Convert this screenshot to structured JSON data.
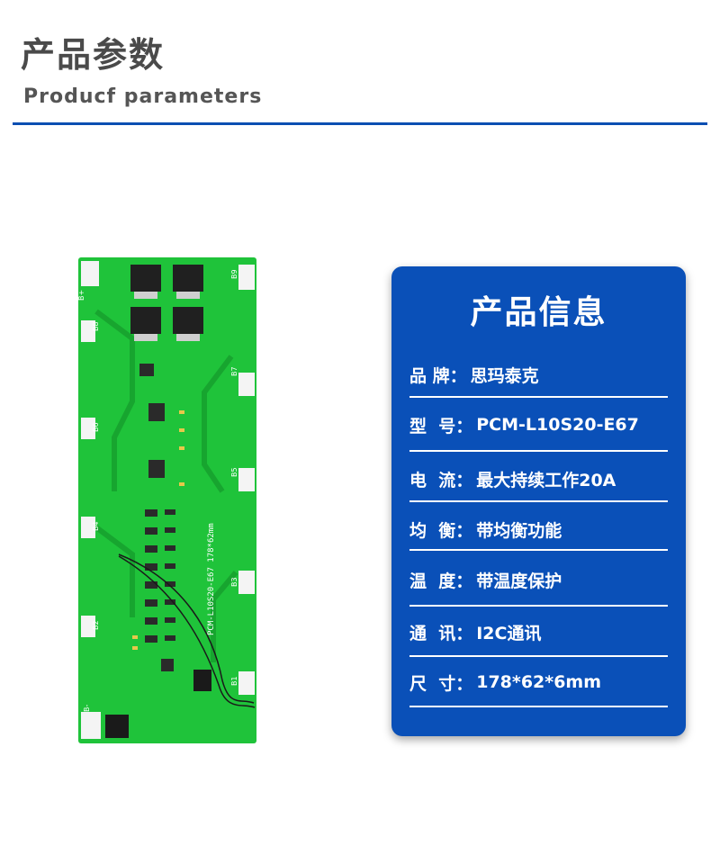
{
  "header": {
    "title": "产品参数",
    "subtitle": "Producf  parameters"
  },
  "colors": {
    "accent": "#0a4fb2",
    "card": "#0a50b8",
    "pcb_green": "#1fc33a"
  },
  "pcb": {
    "silk_text": "PCM-L10S20-E67  178*62mm",
    "pads": [
      "B+",
      "B8",
      "B9",
      "B7",
      "B6",
      "B5",
      "B4",
      "B3",
      "B2",
      "B1",
      "B-"
    ]
  },
  "card": {
    "title": "产品信息",
    "rows": [
      {
        "label": "品 牌：",
        "value": "思玛泰克"
      },
      {
        "label": "型  号：",
        "value": "PCM-L10S20-E67"
      },
      {
        "label": "电  流：",
        "value": "最大持续工作20A"
      },
      {
        "label": "均  衡：",
        "value": "带均衡功能"
      },
      {
        "label": "温  度：",
        "value": "带温度保护"
      },
      {
        "label": "通  讯：",
        "value": "I2C通讯"
      },
      {
        "label": "尺  寸：",
        "value": "178*62*6mm"
      }
    ]
  }
}
